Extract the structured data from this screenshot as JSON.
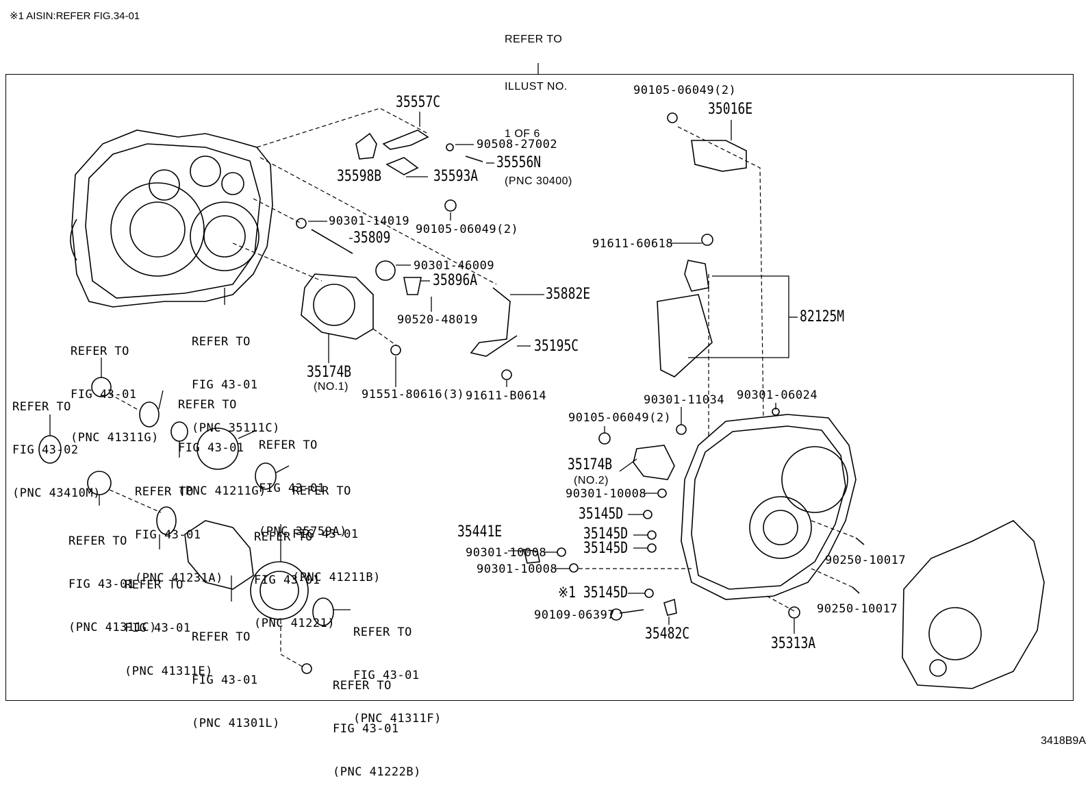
{
  "header_note": "※1 AISIN:REFER FIG.34-01",
  "footer_code": "3418B9A",
  "top_refer": [
    "REFER TO",
    "ILLUST NO.",
    "1 OF 6",
    "(PNC 30400)"
  ],
  "parts": {
    "p35557C": "35557C",
    "p90508": "90508-27002",
    "p35556N": "35556N",
    "p35598B": "35598B",
    "p35593A": "35593A",
    "p90105a": "90105-06049(2)",
    "p90301_14019": "90301-14019",
    "p35809": "35809",
    "p90301_46009": "90301-46009",
    "p35896A": "35896A",
    "p35882E": "35882E",
    "p90520": "90520-48019",
    "p35195C": "35195C",
    "p35174B": "35174B",
    "p35174B_no1": "(NO.1)",
    "p91551": "91551-80616(3)",
    "p91611_b": "91611-B0614",
    "p90105b": "90105-06049(2)",
    "p35016E": "35016E",
    "p91611_60618": "91611-60618",
    "p82125M": "82125M",
    "p90301_11034": "90301-11034",
    "p90301_06024": "90301-06024",
    "p90105c": "90105-06049(2)",
    "p35174B2": "35174B",
    "p35174B_no2": "(NO.2)",
    "p90301_10008a": "90301-10008",
    "p35145D_a": "35145D",
    "p35441E": "35441E",
    "p35145D_b": "35145D",
    "p35145D_c": "35145D",
    "p90301_10008b": "90301-10008",
    "p90301_10008c": "90301-10008",
    "p35145D_d": "※1 35145D",
    "p90109": "90109-06397",
    "p35482C": "35482C",
    "p35313A": "35313A",
    "p90250a": "90250-10017",
    "p90250b": "90250-10017"
  },
  "refs": {
    "r35111C": [
      "REFER TO",
      "FIG 43-01",
      "(PNC 35111C)"
    ],
    "r41311G": [
      "REFER TO",
      "FIG 43-01",
      "(PNC 41311G)"
    ],
    "r43410M": [
      "REFER TO",
      "FIG 43-02",
      "(PNC 43410M)"
    ],
    "r41211G": [
      "REFER TO",
      "FIG 43-01",
      "(PNC 41211G)"
    ],
    "r35759A": [
      "REFER TO",
      "FIG 43-01",
      "(PNC 35759A)"
    ],
    "r41231A": [
      "REFER TO",
      "FIG 43-01",
      "(PNC 41231A)"
    ],
    "r41211B": [
      "REFER TO",
      "FIG 43-01",
      "(PNC 41211B)"
    ],
    "r41311C": [
      "REFER TO",
      "FIG 43-01",
      "(PNC 41311C)"
    ],
    "r41221": [
      "REFER TO",
      "FIG 43-01",
      "(PNC 41221)"
    ],
    "r41311E": [
      "REFER TO",
      "FIG 43-01",
      "(PNC 41311E)"
    ],
    "r41301L": [
      "REFER TO",
      "FIG 43-01",
      "(PNC 41301L)"
    ],
    "r41311F": [
      "REFER TO",
      "FIG 43-01",
      "(PNC 41311F)"
    ],
    "r41222B": [
      "REFER TO",
      "FIG 43-01",
      "(PNC 41222B)"
    ]
  }
}
